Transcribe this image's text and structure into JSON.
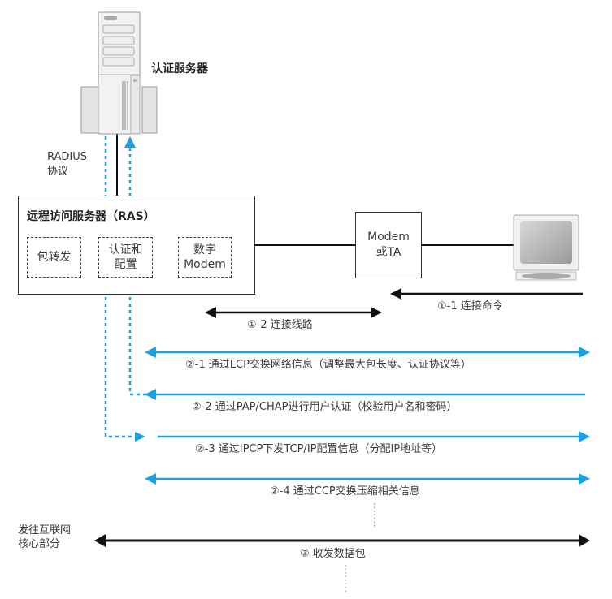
{
  "colors": {
    "accent_blue": "#1aa0dc",
    "line_black": "#111111",
    "text": "#3a3a3a"
  },
  "nodes": {
    "auth_server": {
      "label": "认证服务器",
      "icon": "server-tower-icon"
    },
    "radius_label": {
      "line1": "RADIUS",
      "line2": "协议"
    },
    "ras": {
      "title": "远程访问服务器（RAS）",
      "modules": [
        {
          "line1": "包转发",
          "line2": ""
        },
        {
          "line1": "认证和",
          "line2": "配置"
        },
        {
          "line1": "数字",
          "line2": "Modem"
        }
      ]
    },
    "modem": {
      "line1": "Modem",
      "line2": "或TA"
    },
    "client": {
      "icon": "computer-monitor-icon"
    },
    "internet_core": {
      "line1": "发往互联网",
      "line2": "核心部分"
    }
  },
  "steps": [
    {
      "id": "1-1",
      "label": "①-1 连接命令",
      "direction": "left",
      "color": "black"
    },
    {
      "id": "1-2",
      "label": "①-2 连接线路",
      "direction": "both",
      "color": "black"
    },
    {
      "id": "2-1",
      "label": "②-1 通过LCP交换网络信息（调整最大包长度、认证协议等）",
      "direction": "both",
      "color": "blue"
    },
    {
      "id": "2-2",
      "label": "②-2 通过PAP/CHAP进行用户认证（校验用户名和密码）",
      "direction": "left",
      "color": "blue"
    },
    {
      "id": "2-3",
      "label": "②-3 通过IPCP下发TCP/IP配置信息（分配IP地址等）",
      "direction": "right",
      "color": "blue"
    },
    {
      "id": "2-4",
      "label": "②-4 通过CCP交换压缩相关信息",
      "direction": "both",
      "color": "blue"
    },
    {
      "id": "3",
      "label": "③ 收发数据包",
      "direction": "both",
      "color": "black"
    }
  ]
}
